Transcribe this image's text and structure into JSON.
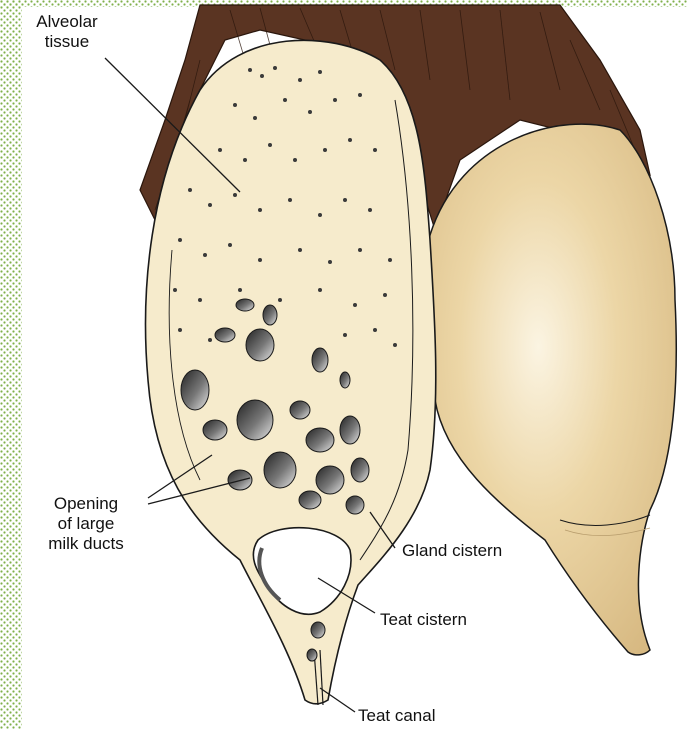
{
  "labels": {
    "alveolar_line1": "Alveolar",
    "alveolar_line2": "tissue",
    "opening_line1": "Opening",
    "opening_line2": "of large",
    "opening_line3": "milk ducts",
    "gland_cistern": "Gland cistern",
    "teat_cistern": "Teat cistern",
    "teat_canal": "Teat canal"
  },
  "colors": {
    "tissue": "#f6ebcc",
    "hair": "#5a3422",
    "teat_outer": "#e9d1a1",
    "outline": "#1a1a1a",
    "border_dots": "#7fb04a"
  }
}
